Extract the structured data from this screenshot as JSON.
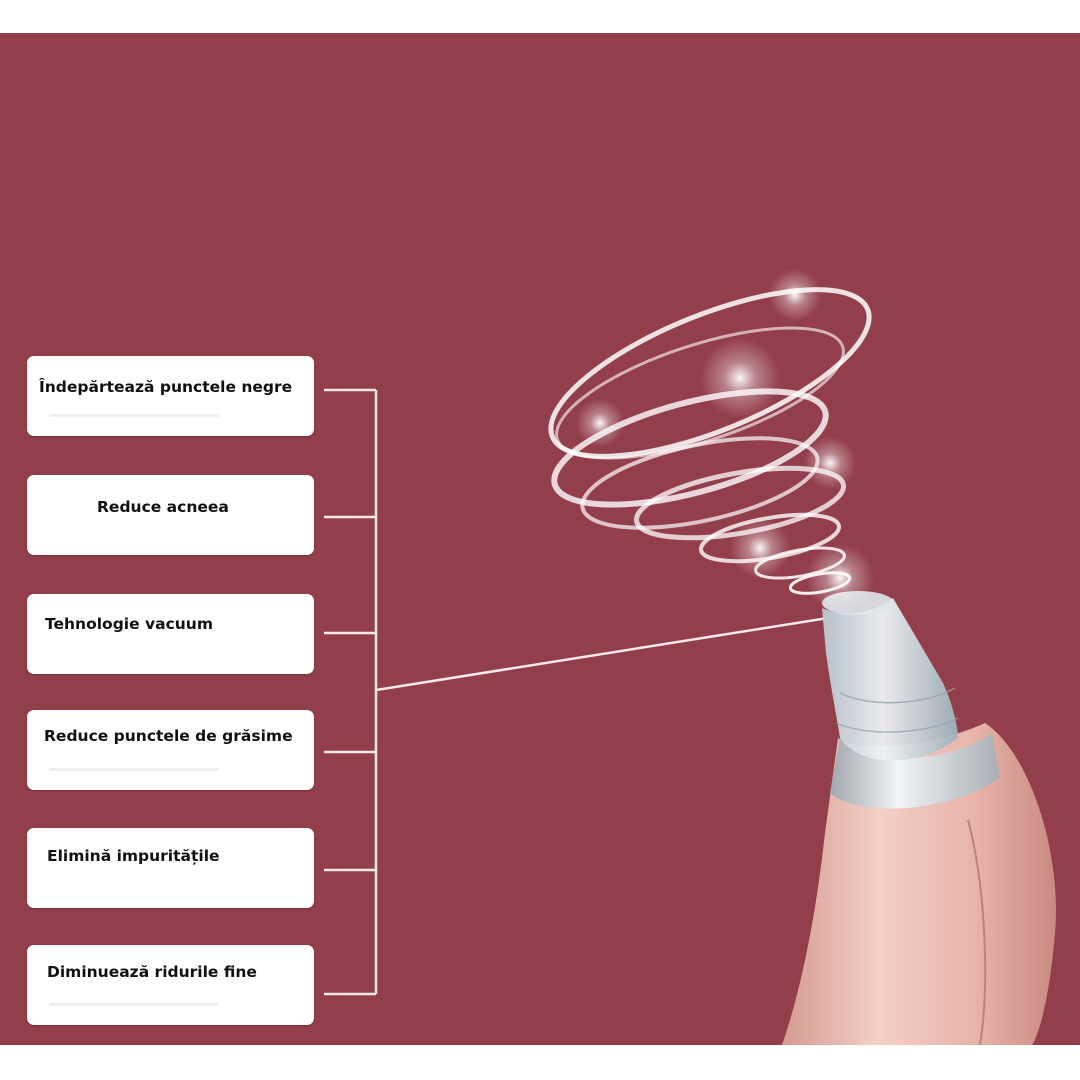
{
  "colors": {
    "background": "#933f4b",
    "box": "#ffffff",
    "text": "#111111",
    "connector": "#f6eaec",
    "device_body": "#e7b7ad"
  },
  "features": [
    {
      "label": "Îndepărtează punctele negre"
    },
    {
      "label": "Reduce acneea"
    },
    {
      "label": "Tehnologie vacuum"
    },
    {
      "label": "Reduce punctele de grăsime"
    },
    {
      "label": "Elimină impuritățile"
    },
    {
      "label": "Diminuează ridurile fine"
    }
  ]
}
